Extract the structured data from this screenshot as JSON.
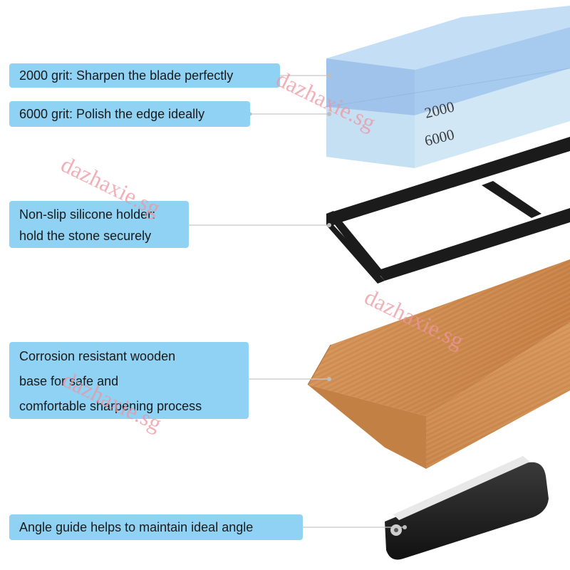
{
  "callouts": {
    "grit_2000": "2000 grit: Sharpen the blade perfectly",
    "grit_6000": "6000 grit: Polish the edge ideally",
    "holder": [
      "Non-slip silicone holder:",
      "hold the stone securely"
    ],
    "base": [
      "Corrosion resistant wooden",
      "base for safe and",
      "comfortable sharpening process"
    ],
    "angle_guide": "Angle guide helps  to maintain ideal angle"
  },
  "stone": {
    "top_grit": "2000",
    "bottom_grit": "6000"
  },
  "watermark": "dazhaxie.sg",
  "colors": {
    "callout_bg": "#8fd2f4",
    "stone_blue": "#a8cdf0",
    "stone_light": "#cfe6f6",
    "wood": "#d4935a",
    "holder": "#1b1b1b"
  }
}
